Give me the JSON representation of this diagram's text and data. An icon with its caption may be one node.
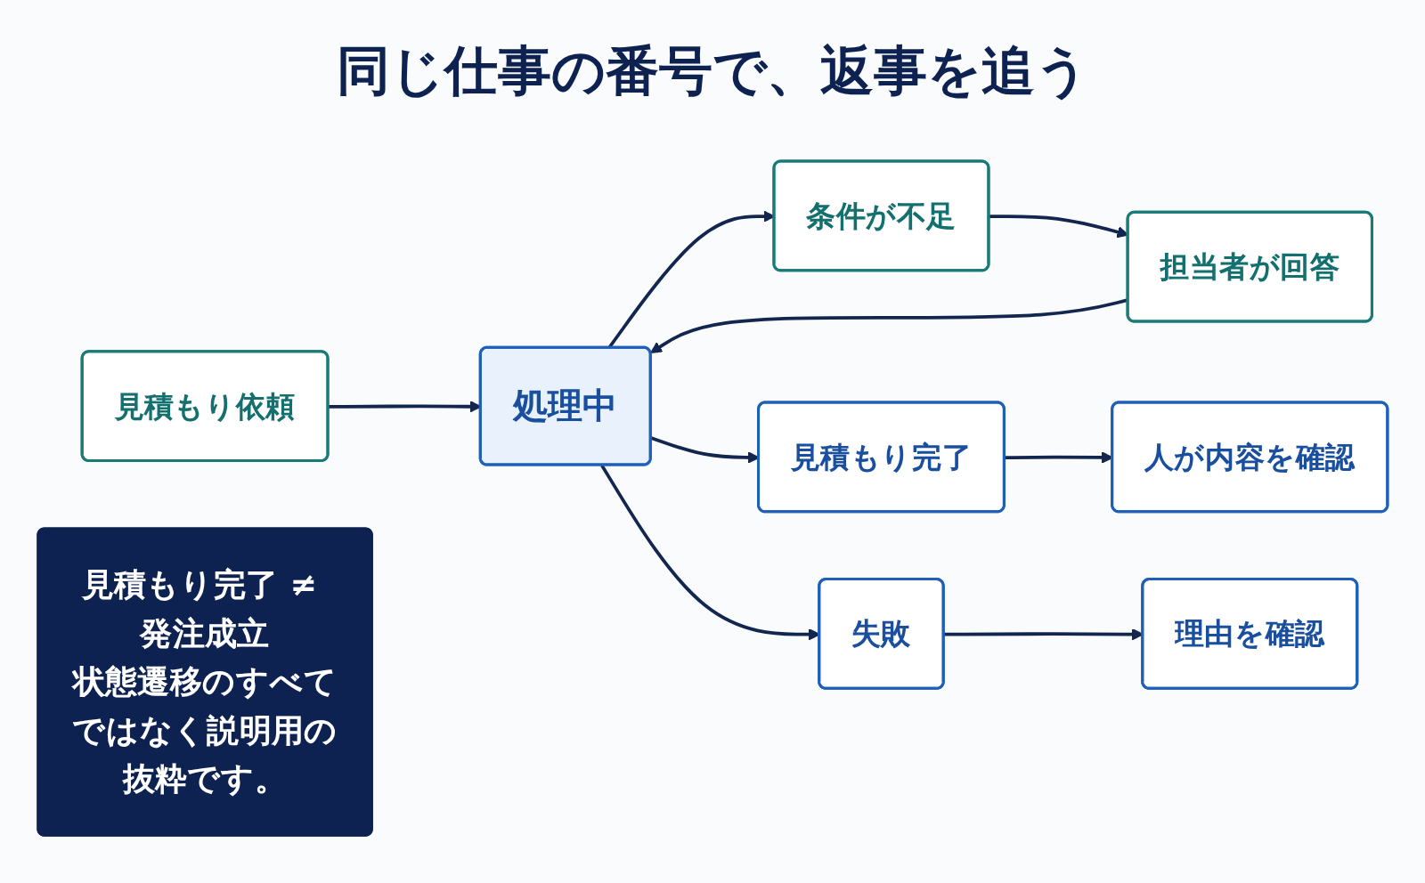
{
  "diagram": {
    "title": "同じ仕事の番号で、返事を追う",
    "nodes": [
      {
        "text": [
          "見積もり依頼"
        ]
      },
      {
        "text": [
          "条件が不足"
        ]
      },
      {
        "text": [
          "担当者が回答"
        ]
      },
      {
        "text": [
          "処理中"
        ]
      },
      {
        "text": [
          "見積もり完了"
        ]
      },
      {
        "text": [
          "人が内容を確認"
        ]
      },
      {
        "text": [
          "失敗"
        ]
      },
      {
        "text": [
          "理由を確認"
        ]
      },
      {
        "text": [
          "見積もり完了 ≠ 発注成立",
          "状態遷移のすべてではなく説明用の抜粋です。"
        ]
      }
    ],
    "edges": [
      {
        "from": 0,
        "to": 3,
        "arrow": "to"
      },
      {
        "from": 3,
        "to": 1,
        "arrow": "to"
      },
      {
        "from": 1,
        "to": 2,
        "arrow": "to"
      },
      {
        "from": 2,
        "to": 3,
        "arrow": "to"
      },
      {
        "from": 3,
        "to": 4,
        "arrow": "to"
      },
      {
        "from": 4,
        "to": 5,
        "arrow": "to"
      },
      {
        "from": 3,
        "to": 6,
        "arrow": "to"
      },
      {
        "from": 6,
        "to": 7,
        "arrow": "to"
      }
    ]
  }
}
